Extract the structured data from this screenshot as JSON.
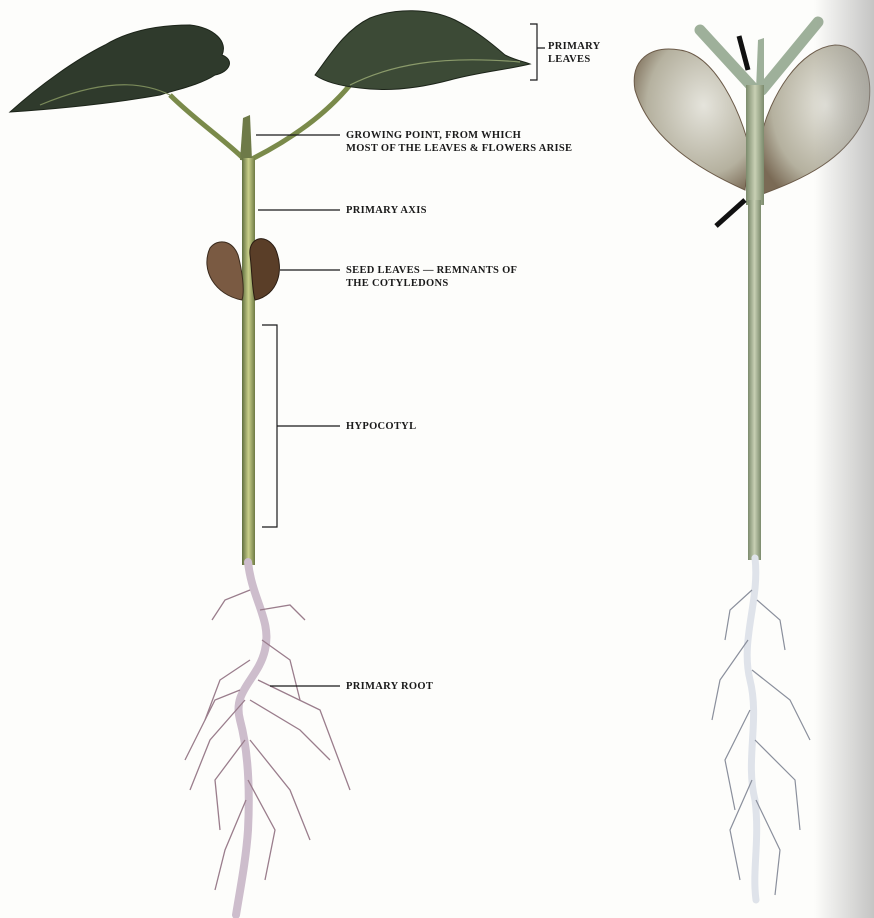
{
  "labels": {
    "primary_leaves": "PRIMARY\nLEAVES",
    "growing_point": "GROWING POINT, FROM WHICH\nMOST OF THE LEAVES & FLOWERS ARISE",
    "primary_axis": "PRIMARY AXIS",
    "seed_leaves": "SEED LEAVES — REMNANTS OF\nTHE COTYLEDONS",
    "hypocotyl": "HYPOCOTYL",
    "primary_root": "PRIMARY ROOT"
  },
  "colors": {
    "leaf_dark": "#2f3a2c",
    "leaf_mid": "#5f6b4e",
    "stem": "#8c9a5a",
    "root": "#c9b8c8",
    "root_dark": "#8a6a7a",
    "cotyledon": "#6b4a32",
    "pale_leaf": "#b9b4a3"
  }
}
